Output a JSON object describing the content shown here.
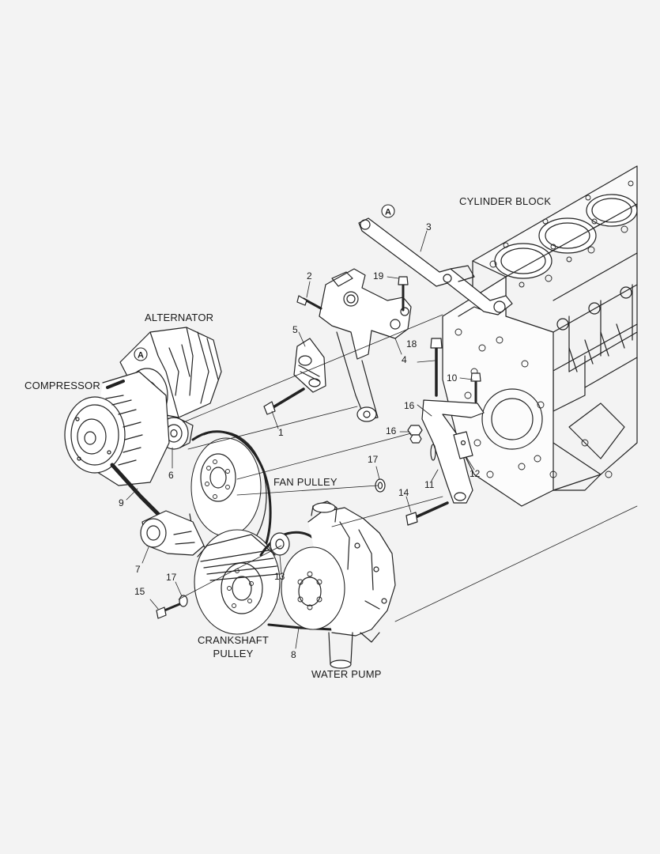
{
  "components": {
    "cylinder_block": "CYLINDER BLOCK",
    "alternator": "ALTERNATOR",
    "compressor": "COMPRESSOR",
    "fan_pulley": "FAN PULLEY",
    "crankshaft_pulley_line1": "CRANKSHAFT",
    "crankshaft_pulley_line2": "PULLEY",
    "water_pump": "WATER PUMP"
  },
  "reference_marker": "A",
  "callouts": {
    "c1": "1",
    "c2": "2",
    "c3": "3",
    "c4": "4",
    "c5": "5",
    "c6": "6",
    "c7": "7",
    "c8": "8",
    "c9": "9",
    "c10": "10",
    "c11": "11",
    "c12": "12",
    "c13": "13",
    "c14": "14",
    "c15": "15",
    "c16a": "16",
    "c16b": "16",
    "c17a": "17",
    "c17b": "17",
    "c18": "18",
    "c19": "19"
  }
}
